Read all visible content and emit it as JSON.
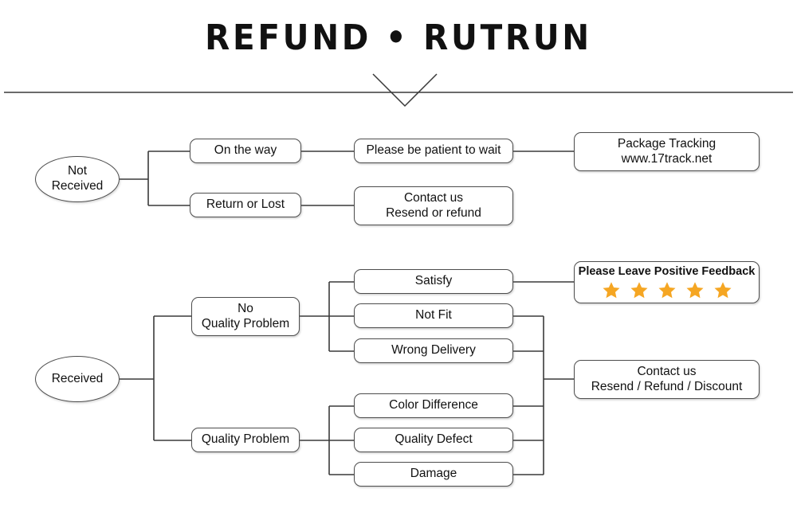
{
  "page": {
    "title": "REFUND • RUTRUN",
    "background_color": "#ffffff",
    "line_color": "#3a3a3a",
    "box_border_color": "#4d4d4d",
    "star_color": "#F5A623"
  },
  "divider": {
    "name": "horizontal-rule-with-chevron"
  },
  "flow": {
    "not_received": {
      "root": {
        "label": "Not\nReceived",
        "line1": "Not",
        "line2": "Received"
      },
      "branches": [
        {
          "label": "On the way",
          "next": {
            "label": "Please be patient to wait"
          },
          "final": {
            "line1": "Package Tracking",
            "line2": "www.17track.net"
          }
        },
        {
          "label": "Return or Lost",
          "final": {
            "line1": "Contact us",
            "line2": "Resend or refund"
          }
        }
      ]
    },
    "received": {
      "root": {
        "label": "Received"
      },
      "groups": [
        {
          "label": "No\nQuality Problem",
          "line1": "No",
          "line2": "Quality Problem",
          "issues": [
            {
              "label": "Satisfy"
            },
            {
              "label": "Not Fit"
            },
            {
              "label": "Wrong Delivery"
            }
          ]
        },
        {
          "label": "Quality Problem",
          "line1": "Quality Problem",
          "line2": "",
          "issues": [
            {
              "label": "Color Difference"
            },
            {
              "label": "Quality Defect"
            },
            {
              "label": "Damage"
            }
          ]
        }
      ],
      "outcomes": {
        "feedback": {
          "text": "Please Leave Positive Feedback",
          "star_count": 5
        },
        "contact": {
          "line1": "Contact us",
          "line2": "Resend / Refund / Discount"
        }
      }
    }
  }
}
